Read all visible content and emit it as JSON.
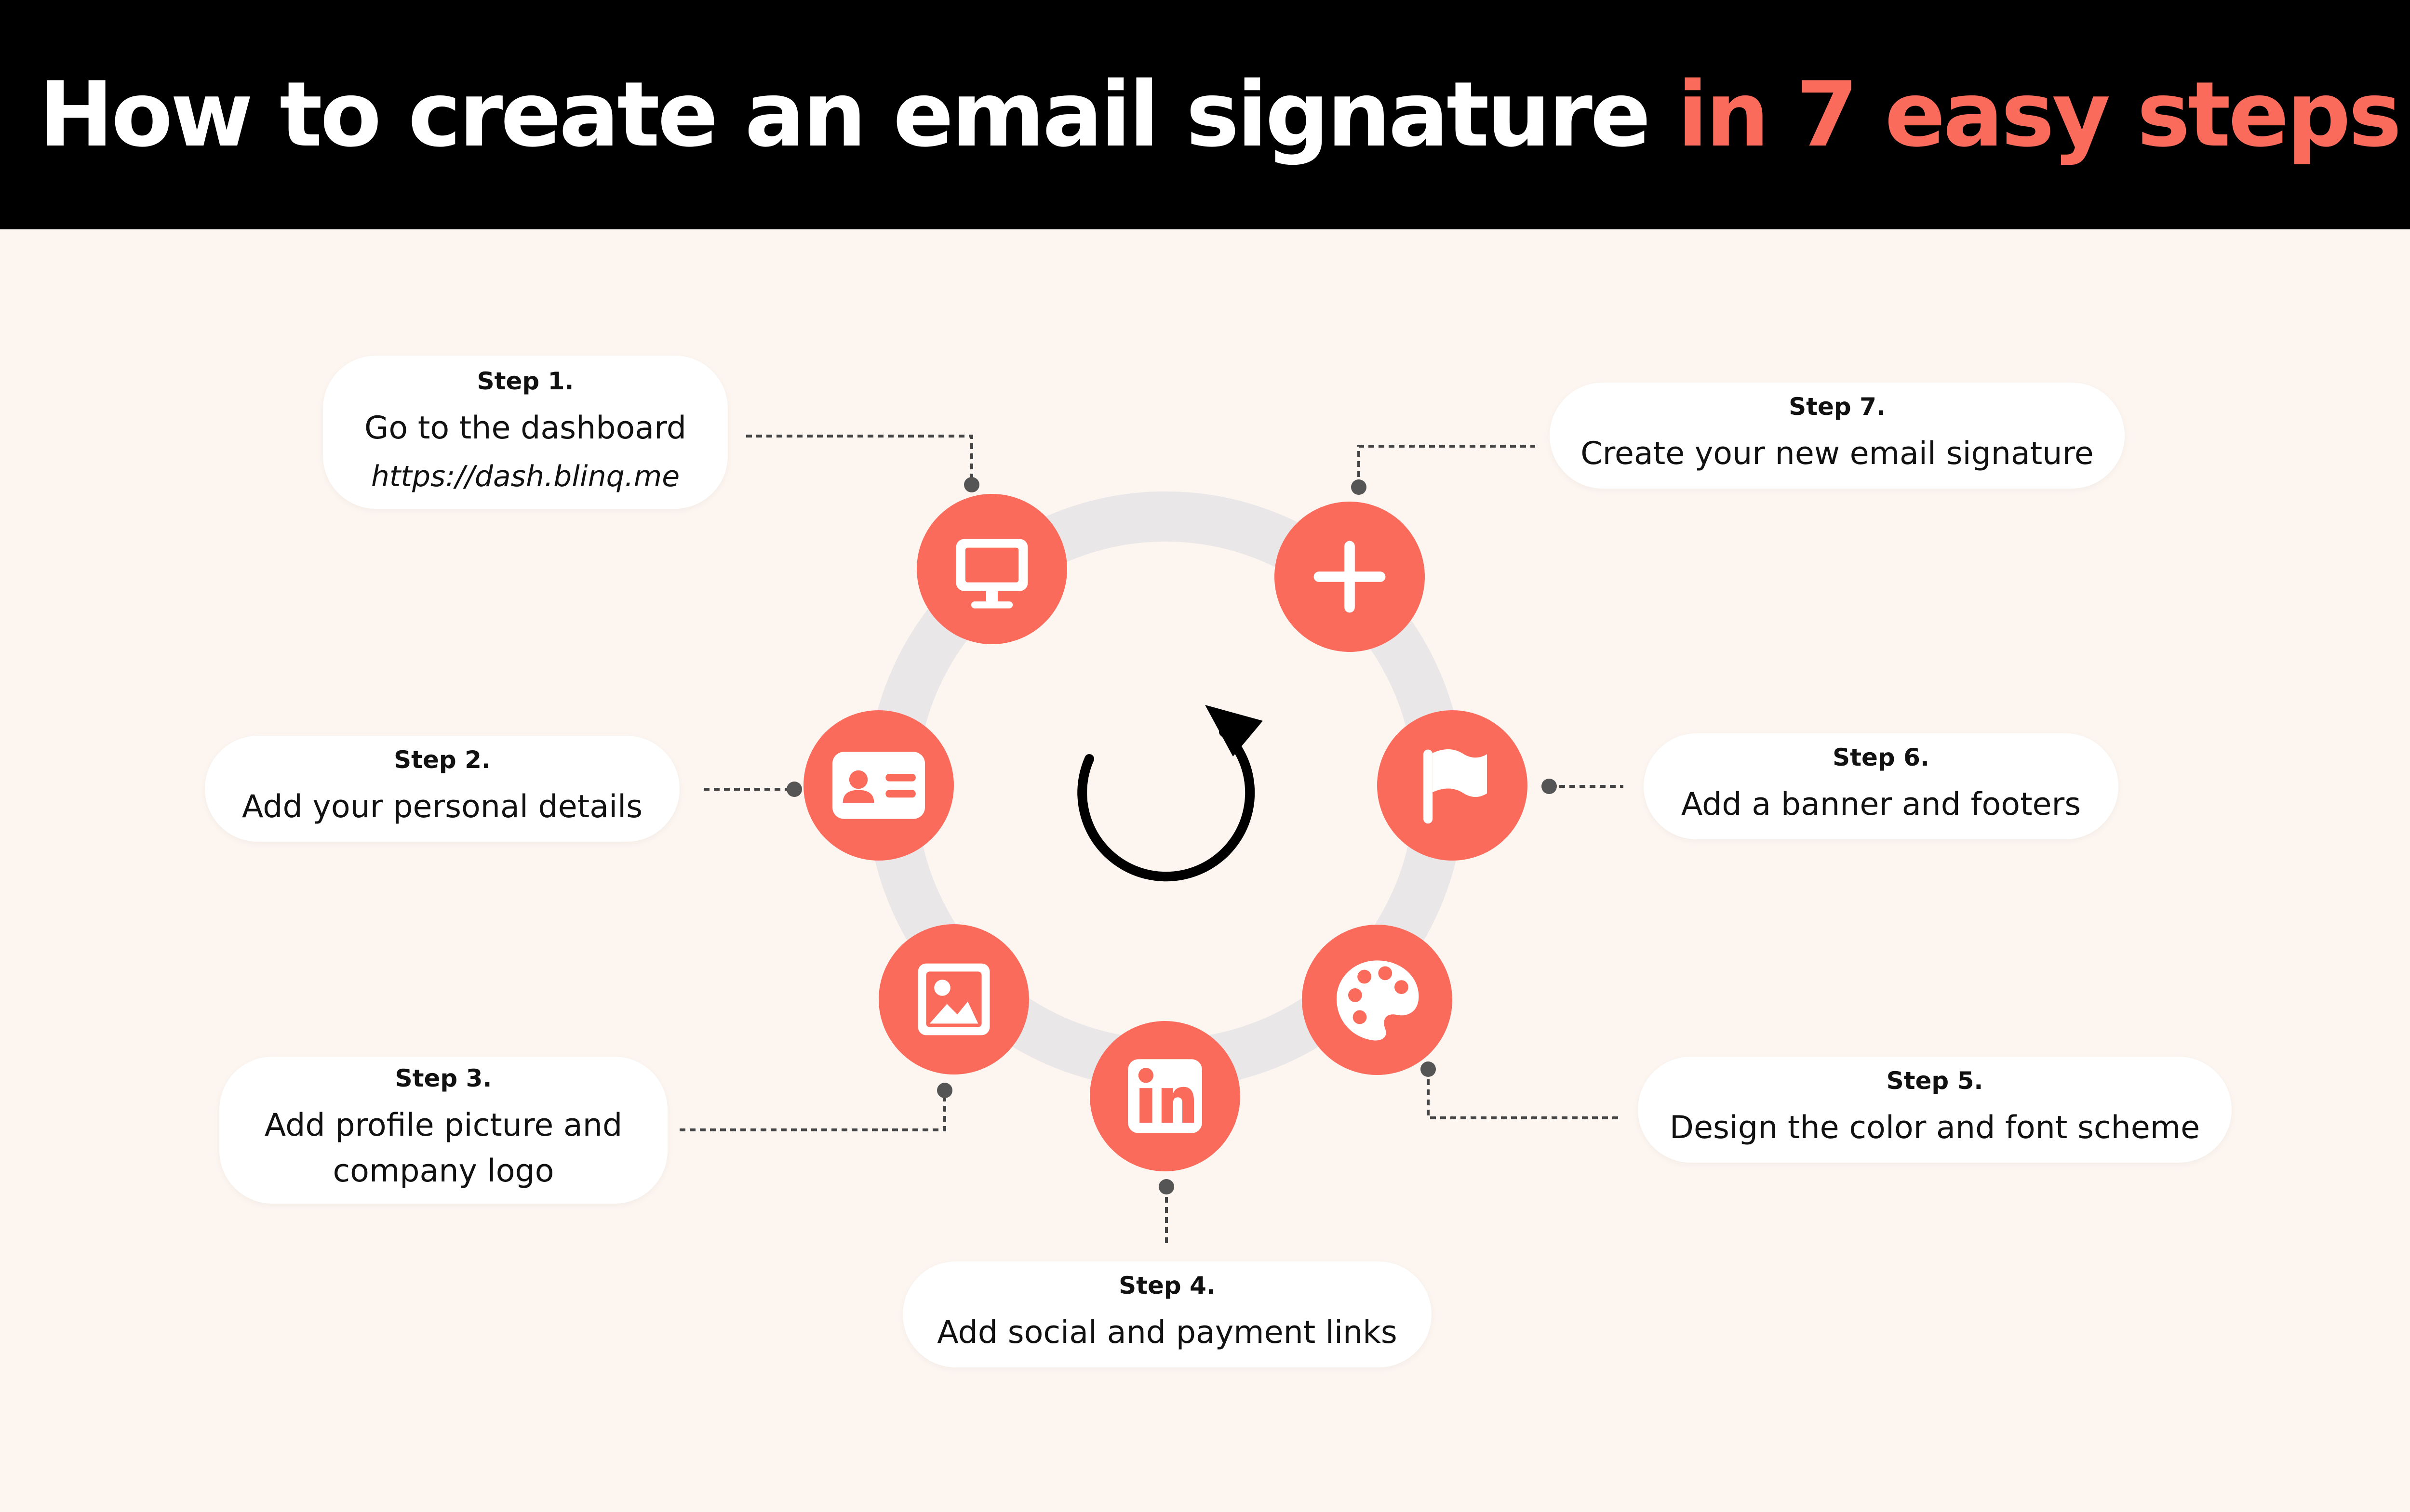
{
  "header": {
    "title_main": "How to create an email signature",
    "title_highlight": "in 7 easy steps"
  },
  "colors": {
    "background": "#fcf5f0",
    "header_background": "#000000",
    "accent": "#fa6b5b",
    "ring": "#e9e7e8",
    "card": "#ffffff"
  },
  "center_icon": "counterclockwise-cycle-arrow-icon",
  "steps": [
    {
      "step": "Step 1.",
      "label": "Go to the dashboard",
      "url": "https://dash.blinq.me",
      "icon": "monitor-icon"
    },
    {
      "step": "Step 2.",
      "label": "Add your personal details",
      "icon": "id-card-icon"
    },
    {
      "step": "Step 3.",
      "label": "Add profile picture and company logo",
      "icon": "image-icon"
    },
    {
      "step": "Step 4.",
      "label": "Add social and payment links",
      "icon": "linkedin-icon"
    },
    {
      "step": "Step 5.",
      "label": "Design the color and font scheme",
      "icon": "palette-icon"
    },
    {
      "step": "Step 6.",
      "label": "Add a banner and footers",
      "icon": "flag-icon"
    },
    {
      "step": "Step 7.",
      "label": "Create your new email signature",
      "icon": "plus-icon"
    }
  ]
}
